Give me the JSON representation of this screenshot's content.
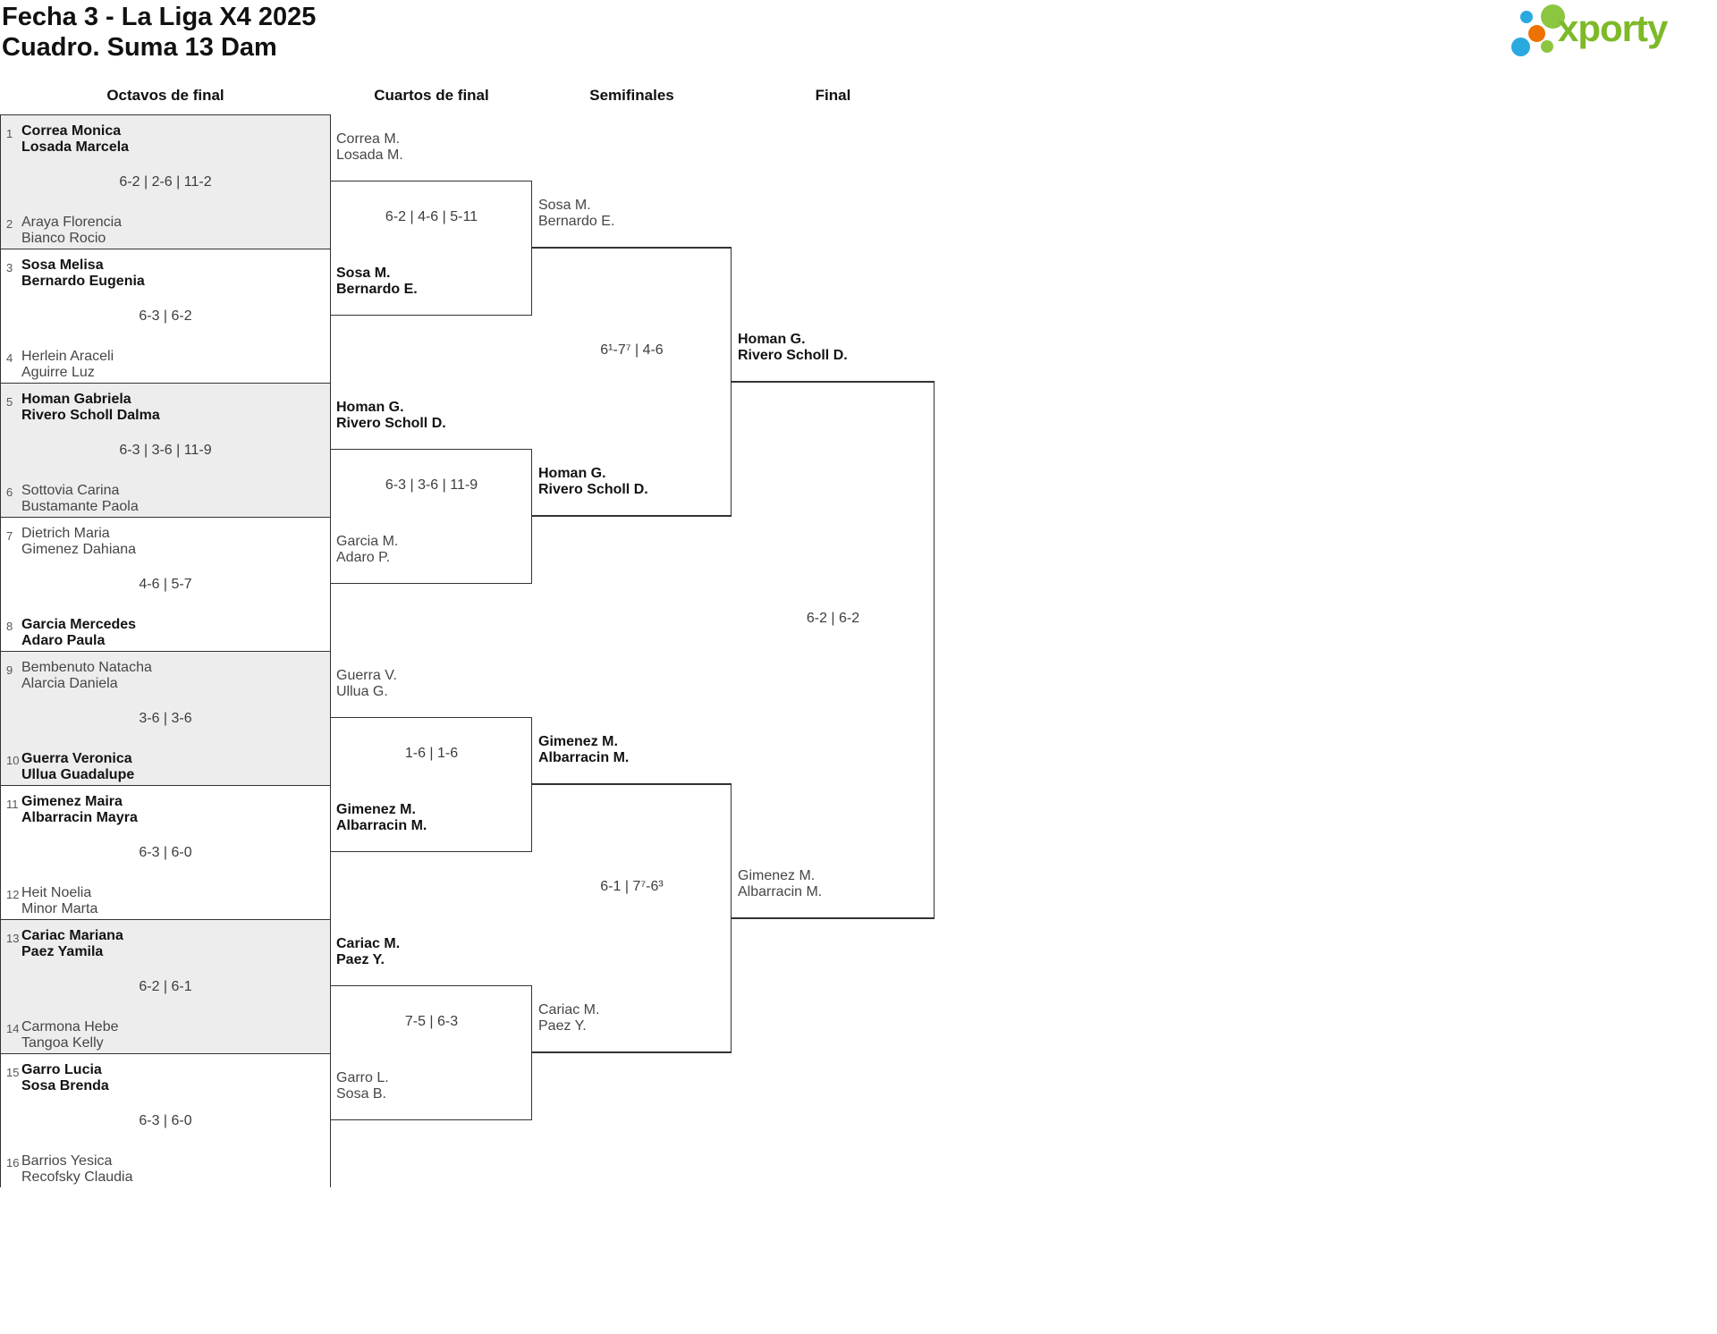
{
  "header": {
    "title_line1": "Fecha 3 - La Liga X4 2025",
    "title_line2": "Cuadro. Suma 13 Dam",
    "logo_text": "xporty"
  },
  "columns": [
    {
      "label": "Octavos de final"
    },
    {
      "label": "Cuartos de final"
    },
    {
      "label": "Semifinales"
    },
    {
      "label": "Final"
    }
  ],
  "colors": {
    "logo_text_green": "#7DB928",
    "logo_dot_green": "#8CC63E",
    "logo_dot_blue": "#29A9E0",
    "logo_dot_orange": "#EE7202",
    "bracket_line": "#333333",
    "alt_row_gray": "#EDEDED",
    "winner_text": "#131313",
    "regular_text": "#464646"
  },
  "bracket": {
    "r16": [
      {
        "score": "6-2 | 2-6 | 11-2",
        "team1": {
          "seed": "1",
          "p1": "Correa Monica",
          "p2": "Losada Marcela",
          "winner": true
        },
        "team2": {
          "seed": "2",
          "p1": "Araya Florencia",
          "p2": "Bianco Rocio",
          "winner": false
        }
      },
      {
        "score": "6-3 | 6-2",
        "team1": {
          "seed": "3",
          "p1": "Sosa Melisa",
          "p2": "Bernardo Eugenia",
          "winner": true
        },
        "team2": {
          "seed": "4",
          "p1": "Herlein Araceli",
          "p2": "Aguirre Luz",
          "winner": false
        }
      },
      {
        "score": "6-3 | 3-6 | 11-9",
        "team1": {
          "seed": "5",
          "p1": "Homan Gabriela",
          "p2": "Rivero Scholl Dalma",
          "winner": true
        },
        "team2": {
          "seed": "6",
          "p1": "Sottovia Carina",
          "p2": "Bustamante Paola",
          "winner": false
        }
      },
      {
        "score": "4-6 | 5-7",
        "team1": {
          "seed": "7",
          "p1": "Dietrich Maria",
          "p2": "Gimenez Dahiana",
          "winner": false
        },
        "team2": {
          "seed": "8",
          "p1": "Garcia Mercedes",
          "p2": "Adaro Paula",
          "winner": true
        }
      },
      {
        "score": "3-6 | 3-6",
        "team1": {
          "seed": "9",
          "p1": "Bembenuto Natacha",
          "p2": "Alarcia Daniela",
          "winner": false
        },
        "team2": {
          "seed": "10",
          "p1": "Guerra Veronica",
          "p2": "Ullua Guadalupe",
          "winner": true
        }
      },
      {
        "score": "6-3 | 6-0",
        "team1": {
          "seed": "11",
          "p1": "Gimenez Maira",
          "p2": "Albarracin Mayra",
          "winner": true
        },
        "team2": {
          "seed": "12",
          "p1": "Heit Noelia",
          "p2": "Minor Marta",
          "winner": false
        }
      },
      {
        "score": "6-2 | 6-1",
        "team1": {
          "seed": "13",
          "p1": "Cariac Mariana",
          "p2": "Paez Yamila",
          "winner": true
        },
        "team2": {
          "seed": "14",
          "p1": "Carmona Hebe",
          "p2": "Tangoa Kelly",
          "winner": false
        }
      },
      {
        "score": "6-3 | 6-0",
        "team1": {
          "seed": "15",
          "p1": "Garro Lucia",
          "p2": "Sosa Brenda",
          "winner": true
        },
        "team2": {
          "seed": "16",
          "p1": "Barrios Yesica",
          "p2": "Recofsky Claudia",
          "winner": false
        }
      }
    ],
    "qf": [
      {
        "score": "6-2 | 4-6 | 5-11",
        "team1": {
          "p1": "Correa M.",
          "p2": "Losada M.",
          "winner": false
        },
        "team2": {
          "p1": "Sosa M.",
          "p2": "Bernardo E.",
          "winner": true
        }
      },
      {
        "score": "6-3 | 3-6 | 11-9",
        "team1": {
          "p1": "Homan G.",
          "p2": "Rivero Scholl D.",
          "winner": true
        },
        "team2": {
          "p1": "Garcia M.",
          "p2": "Adaro P.",
          "winner": false
        }
      },
      {
        "score": "1-6 | 1-6",
        "team1": {
          "p1": "Guerra V.",
          "p2": "Ullua G.",
          "winner": false
        },
        "team2": {
          "p1": "Gimenez M.",
          "p2": "Albarracin M.",
          "winner": true
        }
      },
      {
        "score": "7-5 | 6-3",
        "team1": {
          "p1": "Cariac M.",
          "p2": "Paez Y.",
          "winner": true
        },
        "team2": {
          "p1": "Garro L.",
          "p2": "Sosa B.",
          "winner": false
        }
      }
    ],
    "sf": [
      {
        "score": "6¹-7⁷ | 4-6",
        "team1": {
          "p1": "Sosa M.",
          "p2": "Bernardo E.",
          "winner": false
        },
        "team2": {
          "p1": "Homan G.",
          "p2": "Rivero Scholl D.",
          "winner": true
        }
      },
      {
        "score": "6-1 | 7⁷-6³",
        "team1": {
          "p1": "Gimenez M.",
          "p2": "Albarracin M.",
          "winner": true
        },
        "team2": {
          "p1": "Cariac M.",
          "p2": "Paez Y.",
          "winner": false
        }
      }
    ],
    "final": [
      {
        "score": "6-2 | 6-2",
        "team1": {
          "p1": "Homan G.",
          "p2": "Rivero Scholl D.",
          "winner": true
        },
        "team2": {
          "p1": "Gimenez M.",
          "p2": "Albarracin M.",
          "winner": false
        }
      }
    ]
  }
}
